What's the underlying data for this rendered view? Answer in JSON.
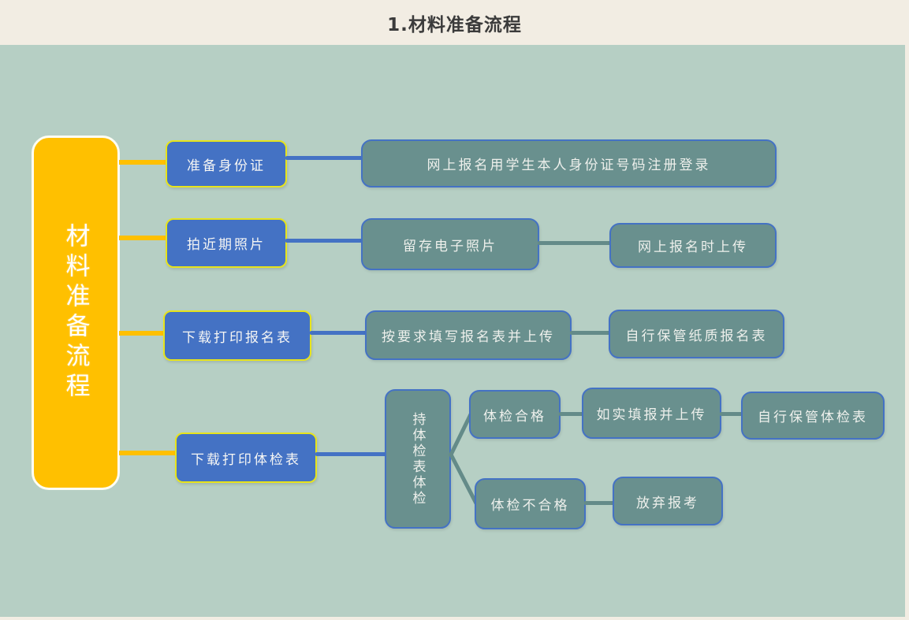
{
  "header": {
    "title": "1.材料准备流程"
  },
  "colors": {
    "header_bg": "#f2ede3",
    "canvas_bg": "#b6cfc4",
    "root_fill": "#ffc000",
    "root_border": "#fdfdf3",
    "branch_fill": "#4472c4",
    "branch_border": "#e7e41c",
    "node_fill": "#69908e",
    "node_border": "#4472c4",
    "connector_yellow": "#ffc000",
    "connector_blue": "#4472c4",
    "connector_teal": "#648b89",
    "title_text": "#3b3b3b",
    "node_text": "#ffffff"
  },
  "flowchart": {
    "root": {
      "label": "材料准备流程"
    },
    "row1": {
      "branch": "准备身份证",
      "node1": "网上报名用学生本人身份证号码注册登录"
    },
    "row2": {
      "branch": "拍近期照片",
      "node1": "留存电子照片",
      "node2": "网上报名时上传"
    },
    "row3": {
      "branch": "下载打印报名表",
      "node1": "按要求填写报名表并上传",
      "node2": "自行保管纸质报名表"
    },
    "row4": {
      "branch": "下载打印体检表",
      "node1": "持体检表体检",
      "pass": "体检合格",
      "pass_node1": "如实填报并上传",
      "pass_node2": "自行保管体检表",
      "fail": "体检不合格",
      "fail_node1": "放弃报考"
    }
  }
}
